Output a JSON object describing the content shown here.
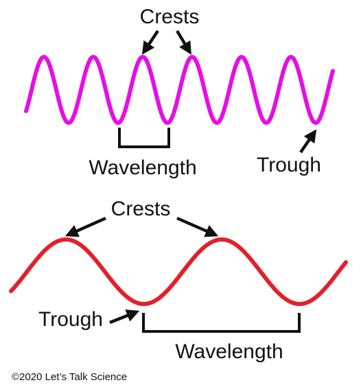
{
  "top_wave": {
    "crests_label": "Crests",
    "wavelength_label": "Wavelength",
    "trough_label": "Trough",
    "color": "#e60ee6"
  },
  "bottom_wave": {
    "crests_label": "Crests",
    "trough_label": "Trough",
    "wavelength_label": "Wavelength",
    "color": "#e3202a"
  },
  "copyright": "©2020 Let’s Talk Science"
}
